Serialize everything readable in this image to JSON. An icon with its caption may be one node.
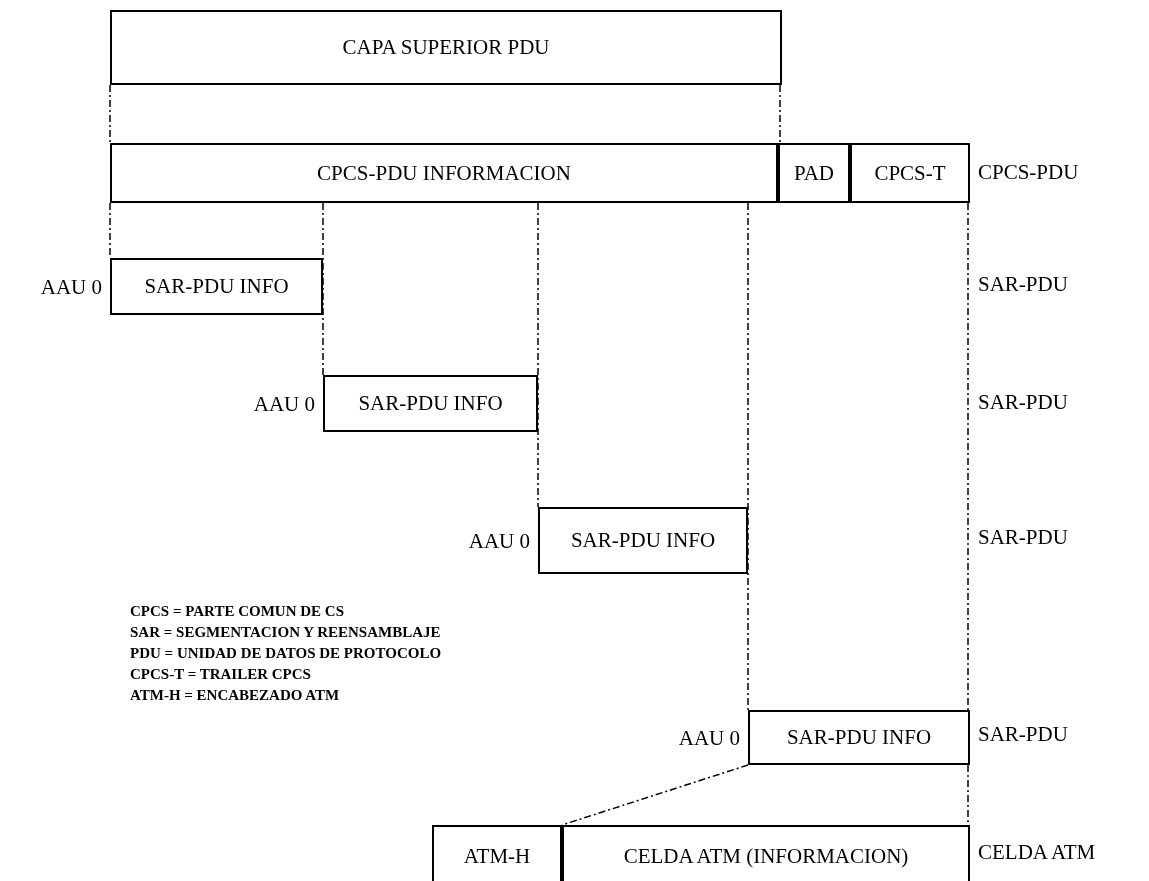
{
  "diagram": {
    "nodes": [
      {
        "text": [
          "CAPA SUPERIOR PDU"
        ]
      },
      {
        "text": [
          "CPCS-PDU INFORMACION"
        ]
      },
      {
        "text": [
          "PAD"
        ]
      },
      {
        "text": [
          "CPCS-T"
        ]
      },
      {
        "text": [
          "SAR-PDU INFO"
        ],
        "beside": [
          "AAU 0"
        ]
      },
      {
        "text": [
          "SAR-PDU INFO"
        ],
        "beside": [
          "AAU 0"
        ]
      },
      {
        "text": [
          "SAR-PDU INFO"
        ],
        "beside": [
          "AAU 0"
        ]
      },
      {
        "text": [
          "SAR-PDU INFO"
        ],
        "beside": [
          "AAU 0"
        ]
      },
      {
        "text": [
          "ATM-H"
        ]
      },
      {
        "text": [
          "CELDA ATM (INFORMACION)"
        ]
      }
    ],
    "edges": [
      {
        "from": 0,
        "to": 1,
        "arrow": "none",
        "style": "dashed"
      },
      {
        "from": 0,
        "to": 1,
        "arrow": "none",
        "style": "dashed"
      },
      {
        "from": 1,
        "to": 4,
        "arrow": "none",
        "style": "dashed"
      },
      {
        "from": 1,
        "to": 5,
        "arrow": "none",
        "style": "dashed"
      },
      {
        "from": 1,
        "to": 6,
        "arrow": "none",
        "style": "dashed"
      },
      {
        "from": 1,
        "to": 7,
        "arrow": "none",
        "style": "dashed"
      },
      {
        "from": 3,
        "to": 7,
        "arrow": "none",
        "style": "dashed"
      },
      {
        "from": 7,
        "to": 9,
        "arrow": "none",
        "style": "dashed"
      },
      {
        "from": 7,
        "to": 9,
        "arrow": "none",
        "style": "dashed"
      }
    ],
    "labels": [
      "CPCS-PDU",
      "SAR-PDU",
      "SAR-PDU",
      "SAR-PDU",
      "SAR-PDU",
      "CELDA ATM",
      "CPCS = PARTE COMUN DE CS",
      "SAR = SEGMENTACION Y REENSAMBLAJE",
      "PDU = UNIDAD DE DATOS DE PROTOCOLO",
      "CPCS-T = TRAILER CPCS",
      "ATM-H = ENCABEZADO ATM"
    ]
  }
}
